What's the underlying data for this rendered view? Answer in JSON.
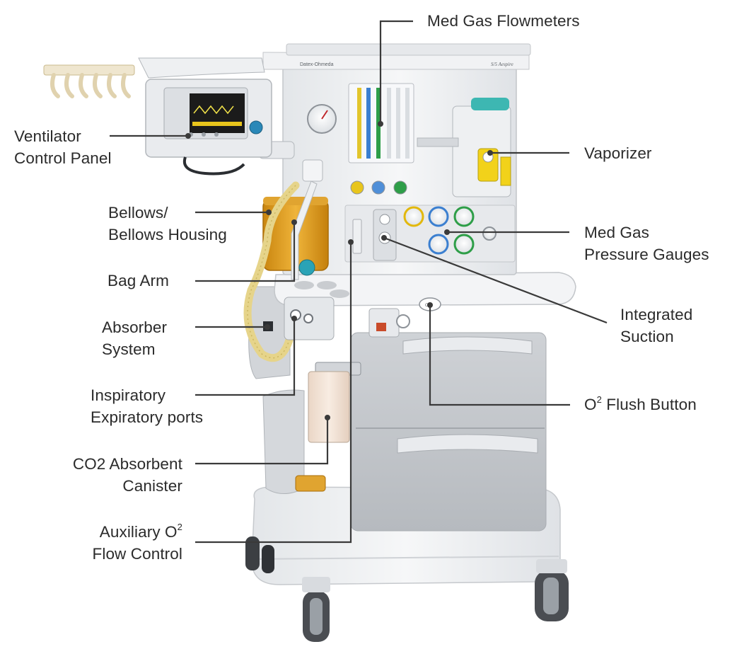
{
  "labels": {
    "med_gas_flowmeters": "Med Gas Flowmeters",
    "ventilator_control_panel": [
      "Ventilator",
      "Control Panel"
    ],
    "vaporizer": "Vaporizer",
    "bellows_housing": [
      "Bellows/",
      "Bellows Housing"
    ],
    "med_gas_pressure_gauges": [
      "Med Gas",
      "Pressure Gauges"
    ],
    "bag_arm": "Bag Arm",
    "integrated_suction": [
      "Integrated",
      "Suction"
    ],
    "absorber_system": [
      "Absorber",
      "System"
    ],
    "inspiratory_expiratory_ports": [
      "Inspiratory",
      "Expiratory ports"
    ],
    "o2_flush_button": {
      "prefix": "O",
      "sup": "2",
      "suffix": " Flush Button"
    },
    "co2_absorbent_canister": [
      "CO2 Absorbent",
      "Canister"
    ],
    "auxiliary_o2_flow_control": {
      "line1_prefix": "Auxiliary O",
      "line1_sup": "2",
      "line2": "Flow Control"
    }
  },
  "device_text": {
    "brand": "Datex-Ohmeda",
    "model": "S/5 Aespire",
    "flush_button_text": "O₂+"
  },
  "colors": {
    "label_text": "#2b2b2b",
    "leader_line": "#3a3a3a",
    "machine_body": "#eef0f2",
    "machine_shadow": "#c9ccd0",
    "drawer_gray": "#bfc3c8",
    "bellows_amber": "#d89b1a",
    "canister_pink": "#f3e3d6",
    "vaporizer_yellow": "#f2d21a",
    "o2_green": "#2e9e48",
    "n2o_blue": "#3b7fd0",
    "air_yellow": "#e8c51c",
    "screen_dark": "#1b1b1b",
    "hose_tan": "#e6d48a"
  },
  "icons": [
    "gauge-icon",
    "knob-icon",
    "flush-button-icon"
  ]
}
